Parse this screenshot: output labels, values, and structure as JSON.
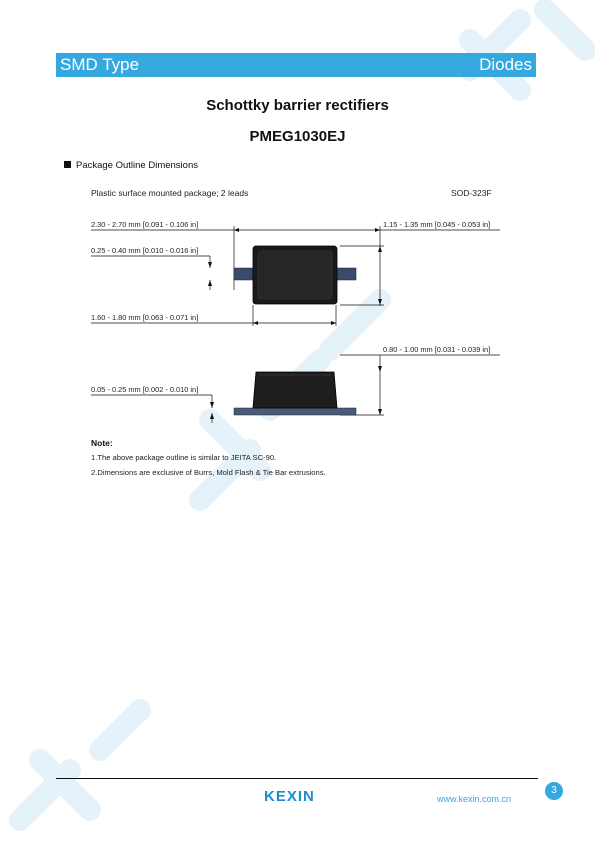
{
  "header": {
    "left": "SMD Type",
    "right": "Diodes"
  },
  "title": "Schottky barrier rectifiers",
  "part_number": "PMEG1030EJ",
  "section": {
    "label": "Package Outline Dimensions"
  },
  "package": {
    "description": "Plastic surface mounted package; 2 leads",
    "code": "SOD-323F"
  },
  "dimensions": {
    "d1": "2.30 - 2.70 mm [0.091 - 0.106 in]",
    "d2": "0.25 - 0.40 mm [0.010 - 0.016 in]",
    "d3": "1.60 - 1.80 mm [0.063 - 0.071 in]",
    "d4": "1.15 - 1.35 mm [0.045 - 0.053 in]",
    "d5": "0.80 - 1.00 mm [0.031 - 0.039 in]",
    "d6": "0.05 - 0.25 mm [0.002 - 0.010 in]"
  },
  "note": {
    "title": "Note:",
    "line1": "1.The above package outline is similar to JEITA SC-90.",
    "line2": "2.Dimensions are exclusive of Burrs, Mold Flash & Tie Bar extrusions."
  },
  "footer": {
    "logo": "KEXIN",
    "url": "www.kexin.com.cn",
    "page": "3"
  },
  "colors": {
    "accent": "#35a8e0",
    "watermark": "#e8f4fb"
  },
  "icons": {
    "bullet": "black-square-bullet",
    "logo": "kexin-logo"
  }
}
